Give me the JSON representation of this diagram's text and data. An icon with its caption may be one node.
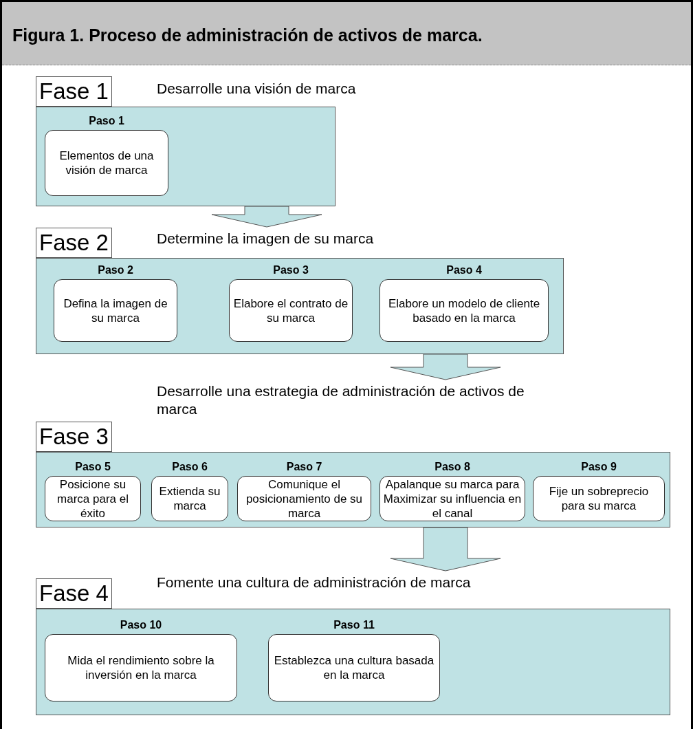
{
  "diagram": {
    "title": "Figura 1. Proceso de administración de activos de marca.",
    "nodes": [
      {
        "text": [
          "Fase 1",
          "Desarrolle una visión de marca"
        ]
      },
      {
        "text": [
          "Paso 1",
          "Elementos de una visión de marca"
        ],
        "in": 0
      },
      {
        "text": [
          "Fase 2",
          "Determine la imagen de su marca"
        ]
      },
      {
        "text": [
          "Paso 2",
          "Defina la imagen de su marca"
        ],
        "in": 2
      },
      {
        "text": [
          "Paso 3",
          "Elabore el contrato de su marca"
        ],
        "in": 2
      },
      {
        "text": [
          "Paso 4",
          "Elabore un modelo de cliente basado en la marca"
        ],
        "in": 2
      },
      {
        "text": [
          "Fase 3",
          "Desarrolle una estrategia de administración de activos de marca"
        ]
      },
      {
        "text": [
          "Paso 5",
          "Posicione su marca para el éxito"
        ],
        "in": 6
      },
      {
        "text": [
          "Paso 6",
          "Extienda su marca"
        ],
        "in": 6
      },
      {
        "text": [
          "Paso 7",
          "Comunique el posicionamiento de su marca"
        ],
        "in": 6
      },
      {
        "text": [
          "Paso 8",
          "Apalanque su marca para Maximizar su influencia en el canal"
        ],
        "in": 6
      },
      {
        "text": [
          "Paso 9",
          "Fije un sobreprecio para su marca"
        ],
        "in": 6
      },
      {
        "text": [
          "Fase 4",
          "Fomente una cultura de administración de marca"
        ]
      },
      {
        "text": [
          "Paso 10",
          "Mida el rendimiento sobre la inversión en la marca"
        ],
        "in": 12
      },
      {
        "text": [
          "Paso 11",
          "Establezca una cultura basada en la marca"
        ],
        "in": 12
      }
    ],
    "edges": [
      {
        "from": 0,
        "to": 2,
        "arrow": "to"
      },
      {
        "from": 2,
        "to": 6,
        "arrow": "to"
      },
      {
        "from": 6,
        "to": 12,
        "arrow": "to"
      }
    ]
  }
}
